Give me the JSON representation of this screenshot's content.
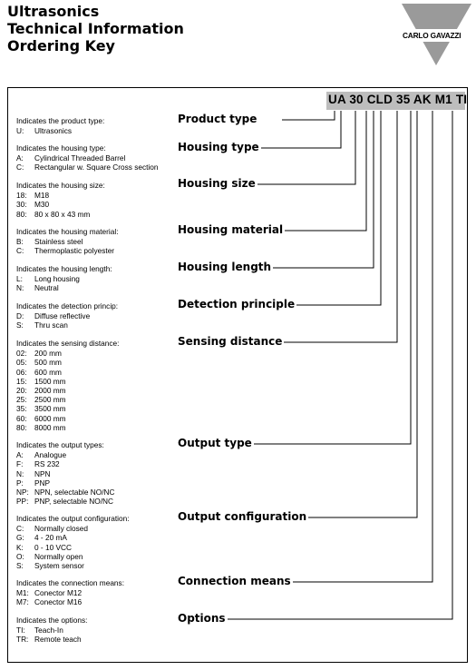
{
  "header": {
    "title_lines": [
      "Ultrasonics",
      "Technical Information",
      "Ordering Key"
    ],
    "logo_text": "CARLO GAVAZZI"
  },
  "ordering_code": "UA 30 CLD 35 AK M1 TI",
  "sections": [
    {
      "title": "Product type",
      "intro": "Indicates the product type:",
      "options": [
        {
          "code": "U:",
          "label": "Ultrasonics"
        }
      ]
    },
    {
      "title": "Housing type",
      "intro": "Indicates the housing type:",
      "options": [
        {
          "code": "A:",
          "label": "Cylindrical Threaded Barrel"
        },
        {
          "code": "C:",
          "label": "Rectangular w. Square Cross section"
        }
      ]
    },
    {
      "title": "Housing size",
      "intro": "Indicates the housing size:",
      "options": [
        {
          "code": "18:",
          "label": "M18"
        },
        {
          "code": "30:",
          "label": "M30"
        },
        {
          "code": "80:",
          "label": "80 x 80 x 43 mm"
        }
      ]
    },
    {
      "title": "Housing material",
      "intro": "Indicates the housing material:",
      "options": [
        {
          "code": "B:",
          "label": "Stainless steel"
        },
        {
          "code": "C:",
          "label": "Thermoplastic polyester"
        }
      ]
    },
    {
      "title": "Housing length",
      "intro": "Indicates the housing length:",
      "options": [
        {
          "code": "L:",
          "label": "Long housing"
        },
        {
          "code": "N:",
          "label": "Neutral"
        }
      ]
    },
    {
      "title": "Detection principle",
      "intro": "Indicates the detection princip:",
      "options": [
        {
          "code": "D:",
          "label": "Diffuse reflective"
        },
        {
          "code": "S:",
          "label": "Thru scan"
        }
      ]
    },
    {
      "title": "Sensing distance",
      "intro": "Indicates the sensing distance:",
      "options": [
        {
          "code": "02:",
          "label": "200 mm"
        },
        {
          "code": "05:",
          "label": "500 mm"
        },
        {
          "code": "06:",
          "label": "600 mm"
        },
        {
          "code": "15:",
          "label": "1500 mm"
        },
        {
          "code": "20:",
          "label": "2000 mm"
        },
        {
          "code": "25:",
          "label": "2500 mm"
        },
        {
          "code": "35:",
          "label": "3500 mm"
        },
        {
          "code": "60:",
          "label": "6000 mm"
        },
        {
          "code": "80:",
          "label": "8000 mm"
        }
      ]
    },
    {
      "title": "Output type",
      "intro": "Indicates the output types:",
      "options": [
        {
          "code": "A:",
          "label": "Analogue"
        },
        {
          "code": "F:",
          "label": "RS 232"
        },
        {
          "code": "N:",
          "label": "NPN"
        },
        {
          "code": "P:",
          "label": "PNP"
        },
        {
          "code": "NP:",
          "label": "NPN, selectable NO/NC"
        },
        {
          "code": "PP:",
          "label": "PNP, selectable NO/NC"
        }
      ]
    },
    {
      "title": "Output configuration",
      "intro": "Indicates the output configuration:",
      "options": [
        {
          "code": "C:",
          "label": "Normally closed"
        },
        {
          "code": "G:",
          "label": "4 - 20 mA"
        },
        {
          "code": "K:",
          "label": "0 - 10 VCC"
        },
        {
          "code": "O:",
          "label": "Normally open"
        },
        {
          "code": "S:",
          "label": "System sensor"
        }
      ]
    },
    {
      "title": "Connection means",
      "intro": "Indicates the connection means:",
      "options": [
        {
          "code": "M1:",
          "label": "Conector M12"
        },
        {
          "code": "M7:",
          "label": "Conector M16"
        }
      ]
    },
    {
      "title": "Options",
      "intro": "Indicates the options:",
      "options": [
        {
          "code": "TI:",
          "label": "Teach-In"
        },
        {
          "code": "TR:",
          "label": "Remote teach"
        }
      ]
    }
  ]
}
